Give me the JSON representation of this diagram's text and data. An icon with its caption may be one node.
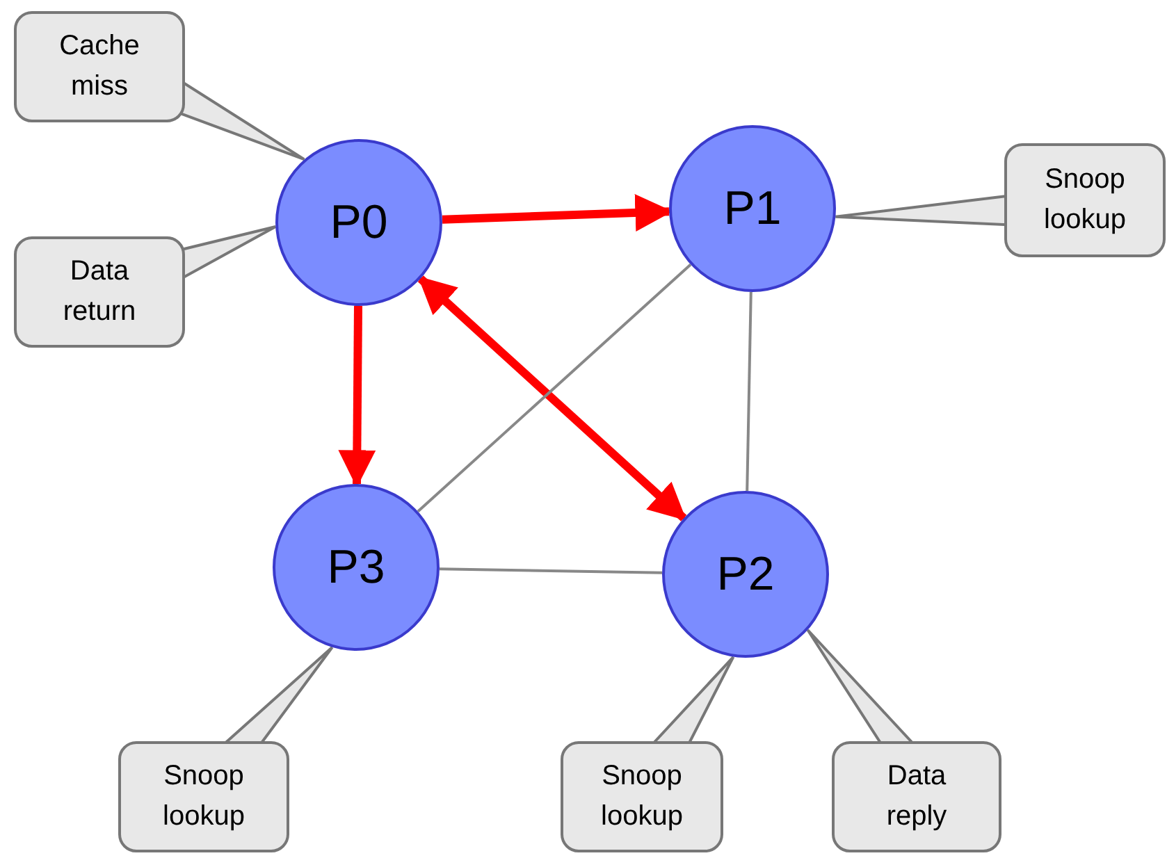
{
  "diagram": {
    "nodes": [
      {
        "text": [
          "Cache miss"
        ]
      },
      {
        "text": [
          "P0"
        ]
      },
      {
        "text": [
          "P1"
        ]
      },
      {
        "text": [
          "Snoop lookup"
        ]
      },
      {
        "text": [
          "Data return"
        ]
      },
      {
        "text": [
          "P3"
        ]
      },
      {
        "text": [
          "P2"
        ]
      },
      {
        "text": [
          "Snoop lookup"
        ]
      },
      {
        "text": [
          "Snoop lookup"
        ]
      },
      {
        "text": [
          "Data reply"
        ]
      }
    ],
    "edges": [
      {
        "from": 1,
        "to": 2,
        "arrow": "to",
        "style": "thick",
        "color": "#ff0000"
      },
      {
        "from": 1,
        "to": 5,
        "arrow": "to",
        "style": "thick",
        "color": "#ff0000"
      },
      {
        "from": 1,
        "to": 6,
        "arrow": "both",
        "style": "thick",
        "color": "#ff0000"
      },
      {
        "from": 2,
        "to": 5,
        "arrow": "none",
        "color": "#888888"
      },
      {
        "from": 2,
        "to": 6,
        "arrow": "none",
        "color": "#888888"
      },
      {
        "from": 5,
        "to": 6,
        "arrow": "none",
        "color": "#888888"
      },
      {
        "from": 0,
        "to": 1,
        "arrow": "none"
      },
      {
        "from": 4,
        "to": 1,
        "arrow": "none"
      },
      {
        "from": 3,
        "to": 2,
        "arrow": "none"
      },
      {
        "from": 7,
        "to": 5,
        "arrow": "none"
      },
      {
        "from": 8,
        "to": 6,
        "arrow": "none"
      },
      {
        "from": 9,
        "to": 6,
        "arrow": "none"
      }
    ]
  }
}
